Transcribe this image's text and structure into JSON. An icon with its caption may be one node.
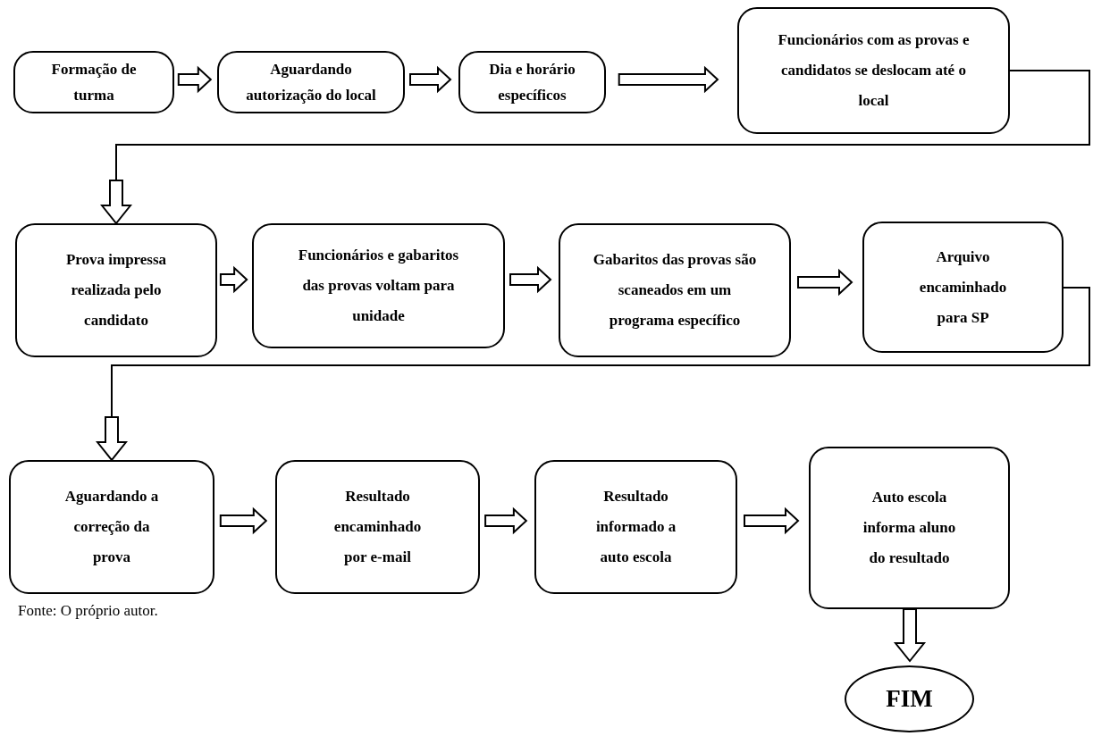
{
  "diagram": {
    "caption": "Fonte: O próprio autor.",
    "nodes": [
      {
        "text": [
          "Formação de turma"
        ]
      },
      {
        "text": [
          "Aguardando autorização do local"
        ]
      },
      {
        "text": [
          "Dia e horário específicos"
        ]
      },
      {
        "text": [
          "Funcionários com as provas e candidatos se deslocam até o local"
        ]
      },
      {
        "text": [
          "Prova impressa realizada pelo candidato"
        ]
      },
      {
        "text": [
          "Funcionários e gabaritos das provas voltam para unidade"
        ]
      },
      {
        "text": [
          "Gabaritos das provas são scaneados em um programa específico"
        ]
      },
      {
        "text": [
          "Arquivo encaminhado para SP"
        ]
      },
      {
        "text": [
          "Aguardando a correção da prova"
        ]
      },
      {
        "text": [
          "Resultado encaminhado por e-mail"
        ]
      },
      {
        "text": [
          "Resultado informado a auto escola"
        ]
      },
      {
        "text": [
          "Auto escola informa aluno do resultado"
        ]
      },
      {
        "text": [
          "FIM"
        ]
      }
    ],
    "edges": [
      {
        "from": 0,
        "to": 1,
        "arrow": "to"
      },
      {
        "from": 1,
        "to": 2,
        "arrow": "to"
      },
      {
        "from": 2,
        "to": 3,
        "arrow": "to"
      },
      {
        "from": 3,
        "to": 4,
        "arrow": "to"
      },
      {
        "from": 4,
        "to": 5,
        "arrow": "to"
      },
      {
        "from": 5,
        "to": 6,
        "arrow": "to"
      },
      {
        "from": 6,
        "to": 7,
        "arrow": "to"
      },
      {
        "from": 7,
        "to": 8,
        "arrow": "to"
      },
      {
        "from": 8,
        "to": 9,
        "arrow": "to"
      },
      {
        "from": 9,
        "to": 10,
        "arrow": "to"
      },
      {
        "from": 10,
        "to": 11,
        "arrow": "to"
      },
      {
        "from": 11,
        "to": 12,
        "arrow": "to"
      }
    ]
  }
}
